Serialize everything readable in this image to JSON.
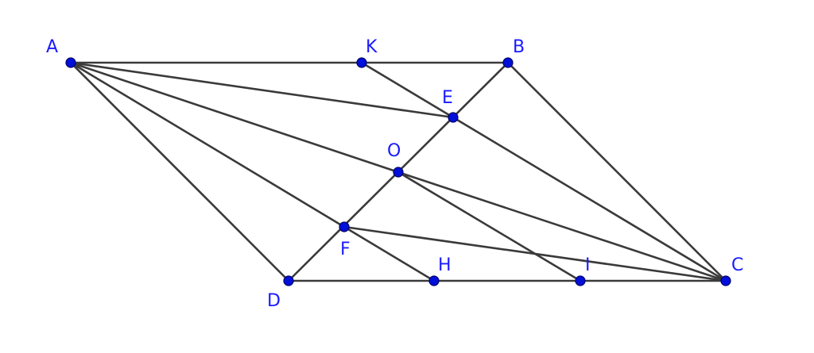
{
  "diagram": {
    "points": [
      {
        "id": "A",
        "label": "A"
      },
      {
        "id": "K",
        "label": "K"
      },
      {
        "id": "B",
        "label": "B"
      },
      {
        "id": "E",
        "label": "E"
      },
      {
        "id": "O",
        "label": "O"
      },
      {
        "id": "F",
        "label": "F"
      },
      {
        "id": "D",
        "label": "D"
      },
      {
        "id": "H",
        "label": "H"
      },
      {
        "id": "I",
        "label": "I"
      },
      {
        "id": "C",
        "label": "C"
      }
    ],
    "segments": [
      [
        "A",
        "B"
      ],
      [
        "B",
        "C"
      ],
      [
        "C",
        "D"
      ],
      [
        "D",
        "A"
      ],
      [
        "B",
        "D"
      ],
      [
        "A",
        "E"
      ],
      [
        "A",
        "O"
      ],
      [
        "A",
        "F"
      ],
      [
        "K",
        "E"
      ],
      [
        "E",
        "C"
      ],
      [
        "O",
        "C"
      ],
      [
        "O",
        "I"
      ],
      [
        "F",
        "H"
      ],
      [
        "F",
        "C"
      ]
    ],
    "colors": {
      "line": "#3a3a3a",
      "point": "#0010d8",
      "label": "#1a1aff"
    }
  }
}
